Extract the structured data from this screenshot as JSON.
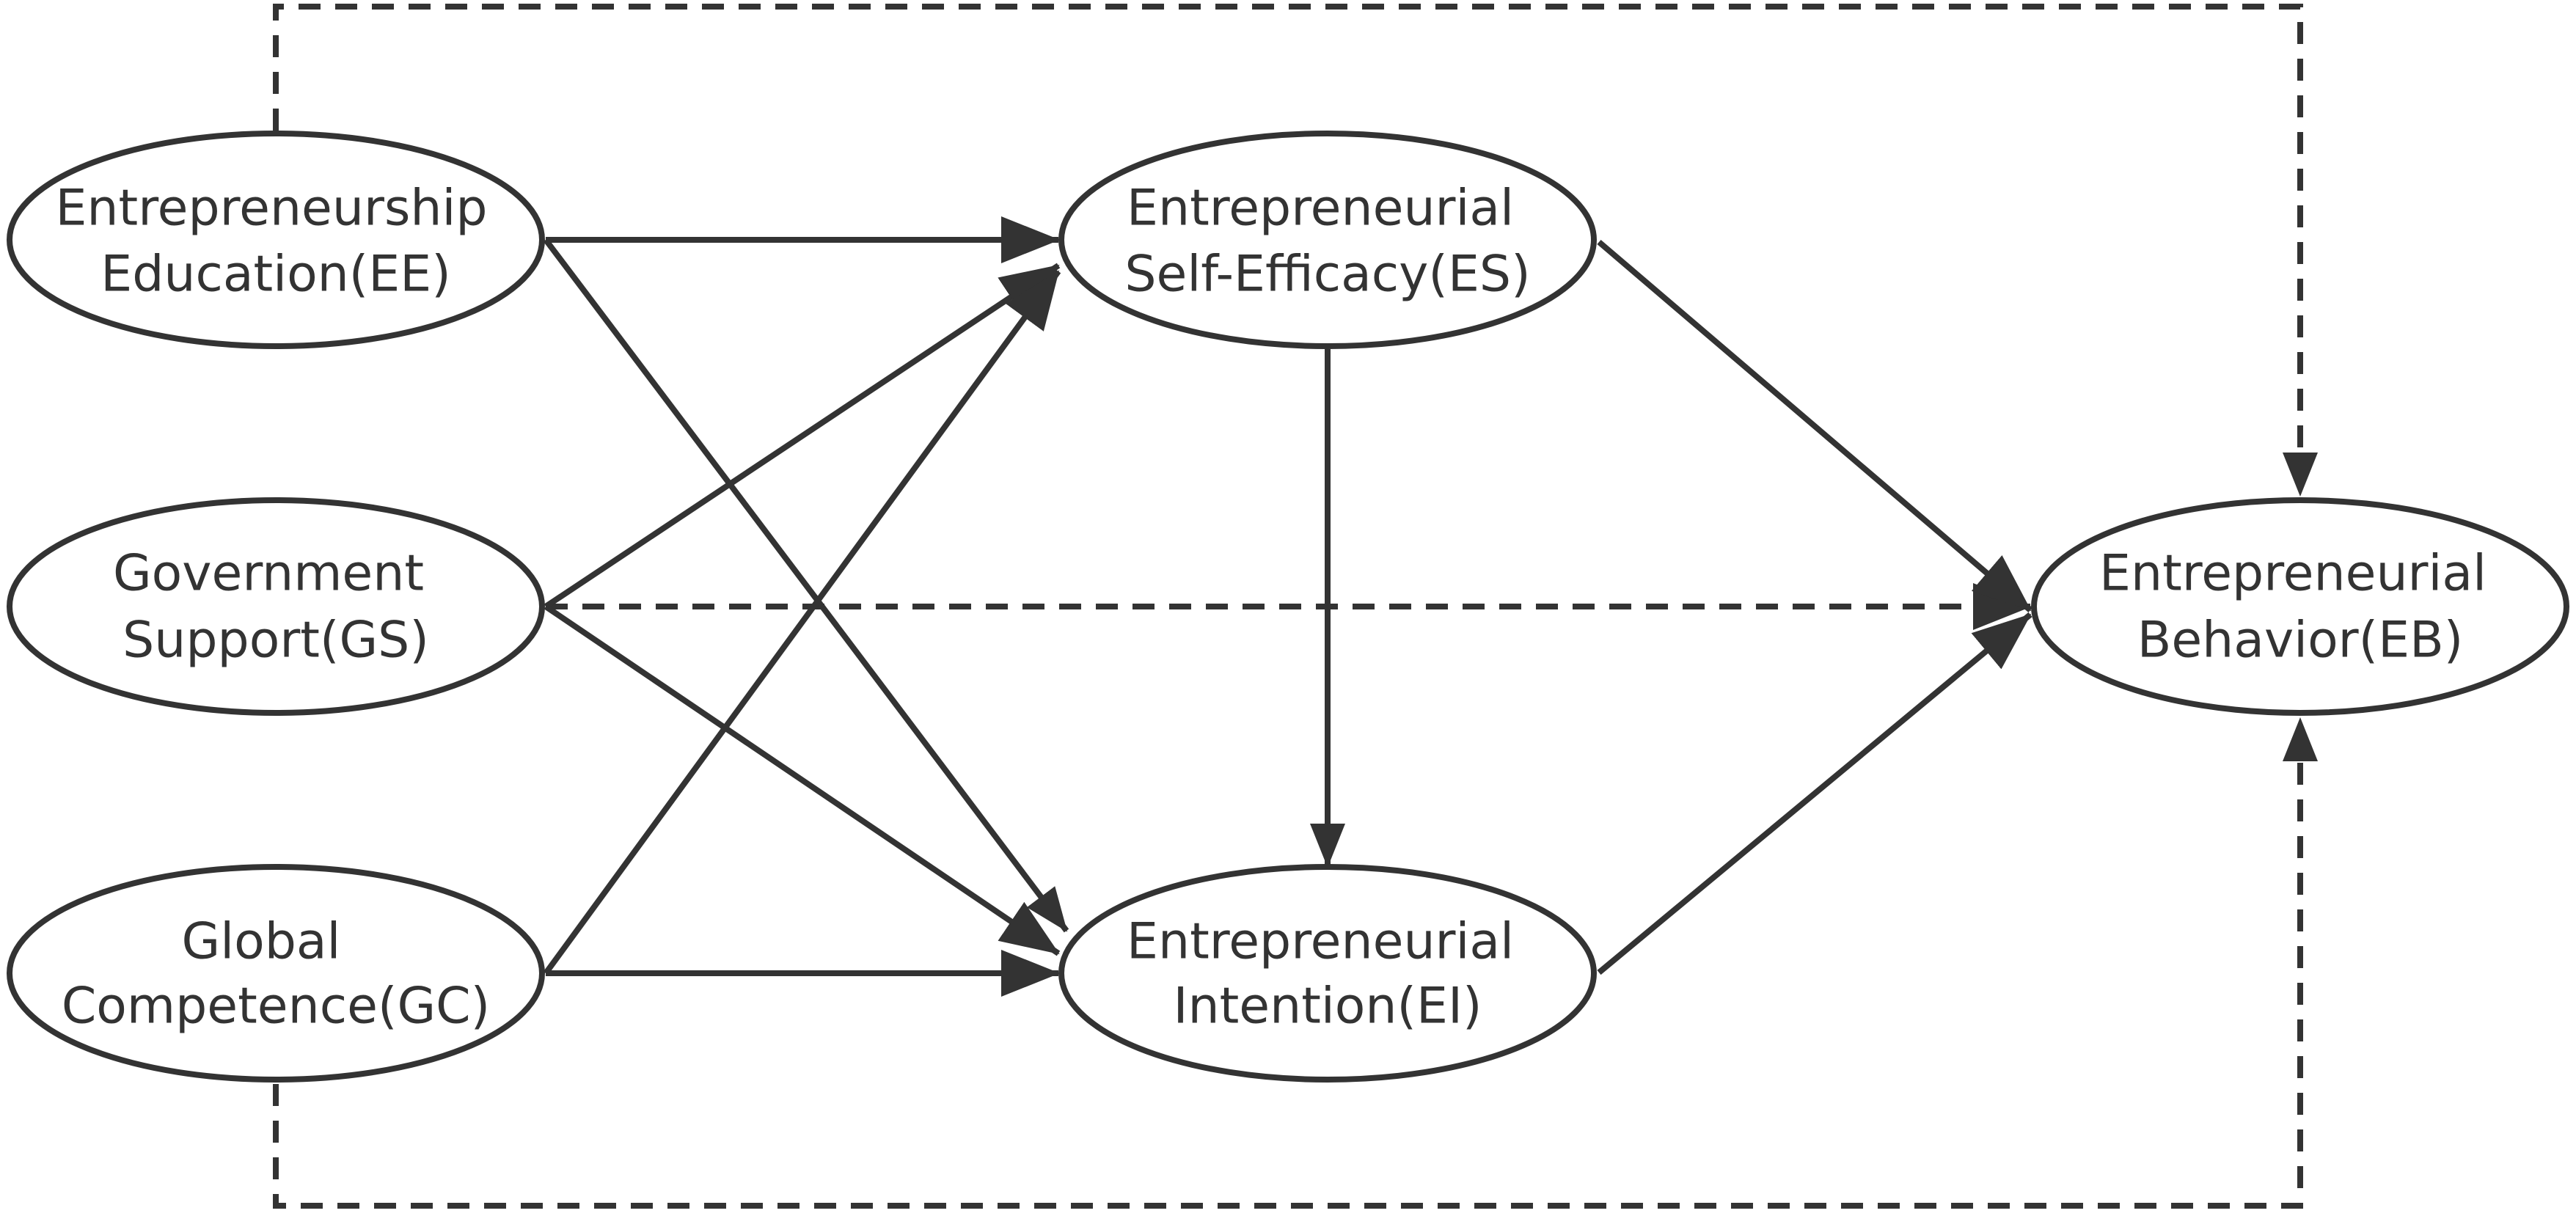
{
  "colors": {
    "stroke": "#333333",
    "background": "#ffffff",
    "text": "#333333"
  },
  "nodes": {
    "ee": {
      "line1": "Entrepreneurship",
      "line2": "Education(EE)"
    },
    "gs": {
      "line1": "Government",
      "line2": "Support(GS)"
    },
    "gc": {
      "line1": "Global",
      "line2": "Competence(GC)"
    },
    "es": {
      "line1": "Entrepreneurial",
      "line2": "Self-Efficacy(ES)"
    },
    "ei": {
      "line1": "Entrepreneurial",
      "line2": "Intention(EI)"
    },
    "eb": {
      "line1": "Entrepreneurial",
      "line2": "Behavior(EB)"
    }
  },
  "edges": [
    {
      "from": "EE",
      "to": "ES",
      "style": "solid"
    },
    {
      "from": "EE",
      "to": "EI",
      "style": "solid"
    },
    {
      "from": "GS",
      "to": "ES",
      "style": "solid"
    },
    {
      "from": "GS",
      "to": "EI",
      "style": "solid"
    },
    {
      "from": "GC",
      "to": "ES",
      "style": "solid"
    },
    {
      "from": "GC",
      "to": "EI",
      "style": "solid"
    },
    {
      "from": "ES",
      "to": "EI",
      "style": "solid"
    },
    {
      "from": "ES",
      "to": "EB",
      "style": "solid"
    },
    {
      "from": "EI",
      "to": "EB",
      "style": "solid"
    },
    {
      "from": "GS",
      "to": "EB",
      "style": "dashed"
    },
    {
      "from": "EE",
      "to": "EB",
      "style": "dashed"
    },
    {
      "from": "GC",
      "to": "EB",
      "style": "dashed"
    }
  ]
}
